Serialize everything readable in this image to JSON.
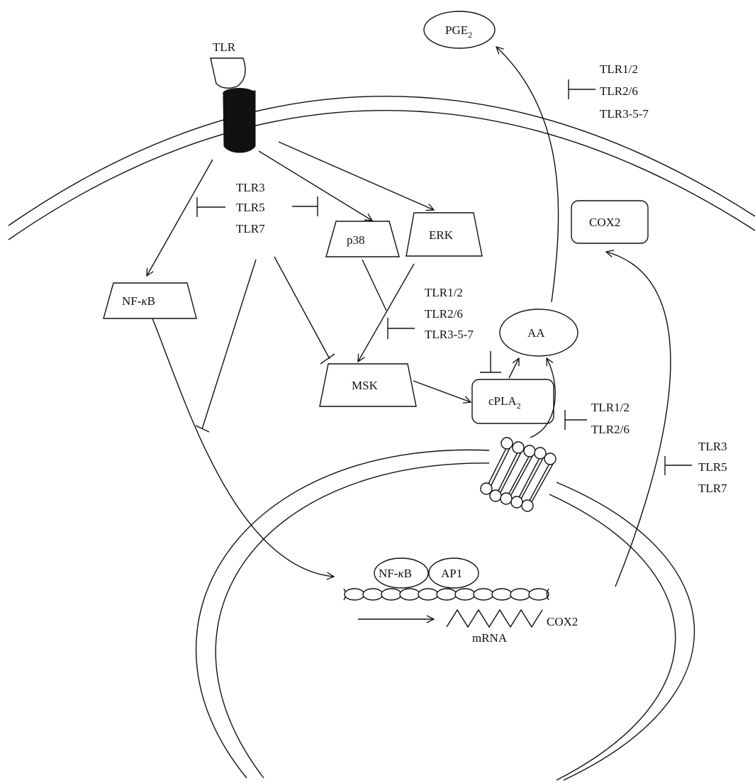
{
  "receptor": {
    "label": "TLR"
  },
  "nodes": {
    "pge2": {
      "main": "PGE",
      "sub": "2"
    },
    "cox2_box": "COX2",
    "p38": "p38",
    "erk": "ERK",
    "nfkb_cyto": {
      "prefix": "NF-",
      "kappa": "κ",
      "suffix": "B"
    },
    "msk": "MSK",
    "aa": "AA",
    "cpla2": {
      "main": "cPLA",
      "sub": "2"
    },
    "nfkb_nuc": {
      "prefix": "NF-",
      "kappa": "κ",
      "suffix": "B"
    },
    "ap1": "AP1",
    "mrna": "mRNA",
    "cox2_gene": "COX2"
  },
  "inhibitor_groups": {
    "top_right": [
      "TLR1/2",
      "TLR2/6",
      "TLR3-5-7"
    ],
    "left": [
      "TLR3",
      "TLR5",
      "TLR7"
    ],
    "middle": [
      "TLR1/2",
      "TLR2/6",
      "TLR3-5-7"
    ],
    "lower": [
      "TLR1/2",
      "TLR2/6"
    ],
    "far_right": [
      "TLR3",
      "TLR5",
      "TLR7"
    ]
  }
}
